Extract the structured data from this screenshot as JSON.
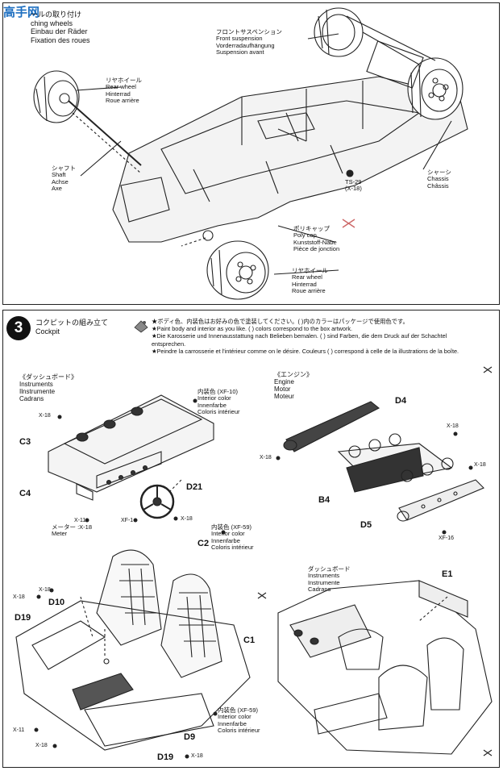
{
  "watermark": {
    "logo": "高手网"
  },
  "step2": {
    "title": [
      "ールの取り付け",
      "ching wheels",
      "Einbau der Räder",
      "Fixation des roues"
    ],
    "front_suspension": [
      "フロントサスペンション",
      "Front suspension",
      "Vorderradaufhängung",
      "Suspension avant"
    ],
    "rear_wheel_top": [
      "リヤホイール",
      "Rear wheel",
      "Hinterrad",
      "Roue arrière"
    ],
    "shaft": [
      "シャフト",
      "Shaft",
      "Achse",
      "Axe"
    ],
    "paint_code": [
      "TS-29",
      "(X-18)"
    ],
    "chassis": [
      "シャーシ",
      "Chassis",
      "Châssis"
    ],
    "poly_cap": [
      "ポリキャップ",
      "Poly cap",
      "Kunststoff-Nabe",
      "Pièce de jonction"
    ],
    "rear_wheel_bottom": [
      "リヤホイール",
      "Rear wheel",
      "Hinterrad",
      "Roue arrière"
    ]
  },
  "step3": {
    "number": "3",
    "title": [
      "コクピットの組み立て",
      "Cockpit"
    ],
    "note": [
      "★ボディ色、内装色はお好みの色で塗装してください。( )内のカラーはパッケージで使用色です。",
      "★Paint body and interior as you like. ( ) colors correspond to the box artwork.",
      "★Die Karosserie und Innenausstattung nach Belieben bemalen. ( ) sind Farben, die dem Druck auf der Schachtel",
      "entsprechen.",
      "★Peindre la carrosserie et l'intérieur comme on le désire. Couleurs ( ) correspond à celle de la illustrations de la boîte."
    ],
    "dashboard_head": [
      "《ダッシュボード》",
      "Instruments",
      "Ilnstrumente",
      "Cadrans"
    ],
    "engine_head": [
      "《エンジン》",
      "Engine",
      "Motor",
      "Moteur"
    ],
    "interior_xf10": [
      "内装色 (XF-10)",
      "Interior color",
      "Innenfarbe",
      "Coloris intérieur"
    ],
    "interior_xf59_top": [
      "内装色 (XF-59)",
      "Interior color",
      "Innenfarbe",
      "Coloris intérieur"
    ],
    "interior_xf59_bottom": [
      "内装色 (XF-59)",
      "Interior color",
      "Innenfarbe",
      "Coloris intérieur"
    ],
    "meter": [
      "メーター :X-18",
      "Meter"
    ],
    "dash_bottom_right": [
      "ダッシュボード",
      "Instruments",
      "Instrumente",
      "Cadrans"
    ],
    "parts": {
      "C3": "C3",
      "C4": "C4",
      "D21": "D21",
      "D4": "D4",
      "B4": "B4",
      "D5": "D5",
      "C2": "C2",
      "C1": "C1",
      "D10": "D10",
      "D19a": "D19",
      "D19b": "D19",
      "D9": "D9",
      "E1": "E1"
    },
    "codes": {
      "x18a": "X-18",
      "x11a": "X-11",
      "xf1": "XF-1",
      "x18b": "X-18",
      "x18c": "X-18",
      "x18d": "X-18",
      "x18e": "X-18",
      "xf16": "XF-16",
      "x18f": "X-18",
      "x18g": "X-18",
      "x11b": "X-11",
      "x18h": "X-18",
      "x18i": "X-18"
    }
  }
}
